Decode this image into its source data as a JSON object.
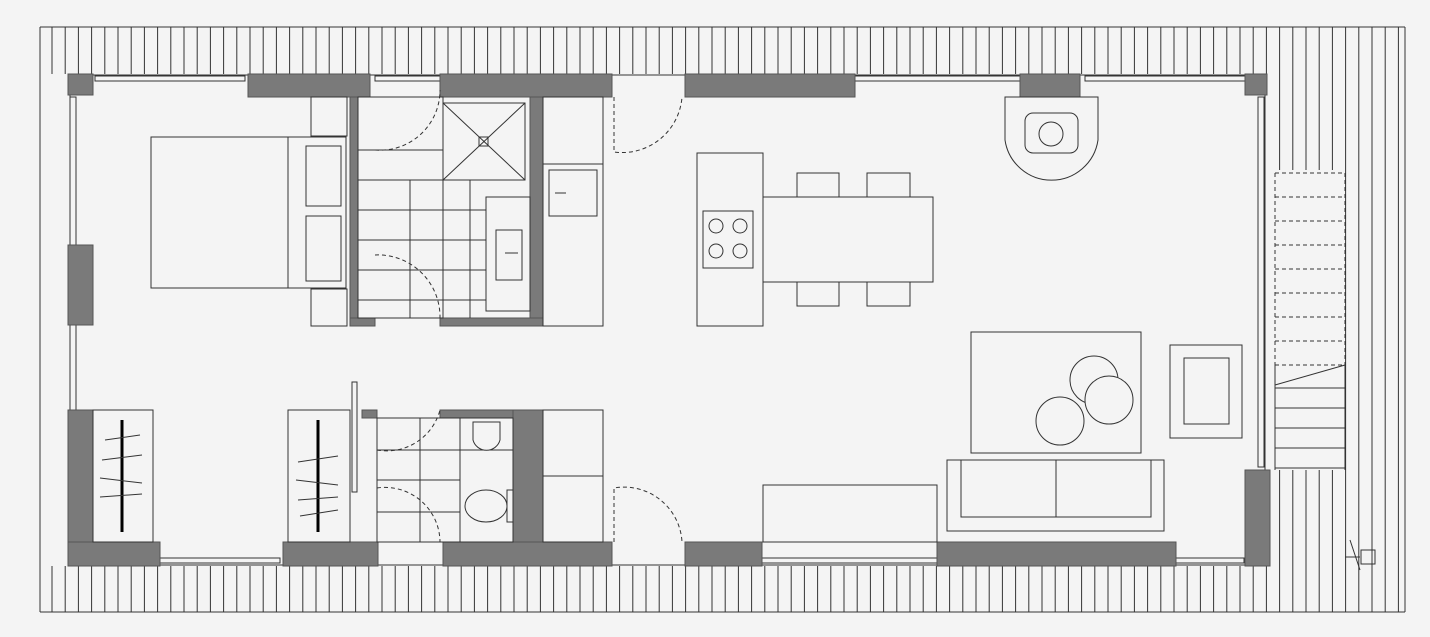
{
  "plan": {
    "type": "floor-plan",
    "rooms": [
      "bedroom",
      "bathroom",
      "kitchen-dining",
      "living-room",
      "wc",
      "stairs",
      "deck"
    ],
    "colors": {
      "background": "#f4f4f4",
      "wall": "#7a7a7a",
      "line": "#333333"
    }
  }
}
